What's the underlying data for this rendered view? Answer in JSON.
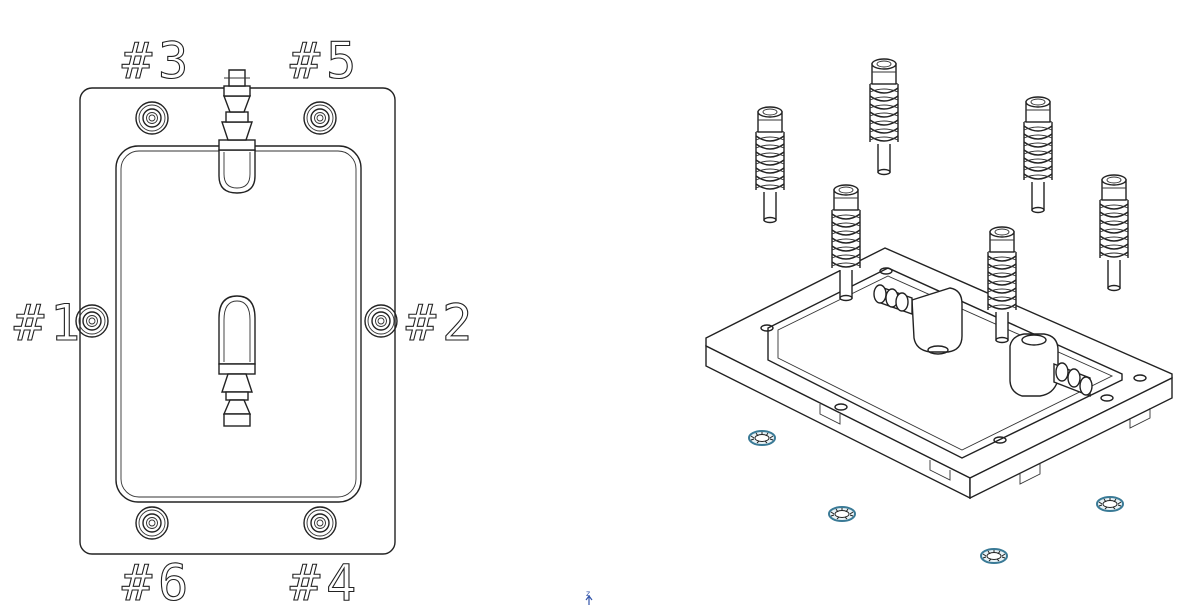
{
  "labels": {
    "h1": "#1",
    "h2": "#2",
    "h3": "#3",
    "h4": "#4",
    "h5": "#5",
    "h6": "#6"
  },
  "axis": {
    "z": "z"
  },
  "colors": {
    "line": "#222222",
    "washer": "#3a7a96",
    "axis": "#3355aa"
  }
}
